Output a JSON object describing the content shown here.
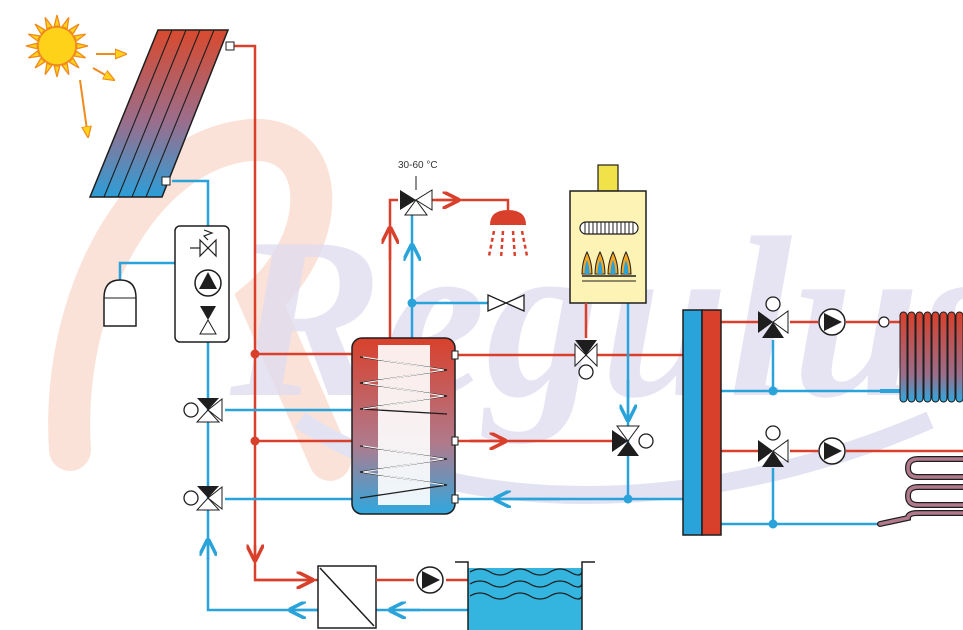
{
  "diagram": {
    "watermark": "Regulus",
    "temperature_label": "30-60 °C",
    "colors": {
      "hot": "#d9402b",
      "cold": "#29a3d9",
      "sun": "#ffd21a",
      "sun_ray": "#f08a1c",
      "boiler_body": "#fdf3b4",
      "boiler_top": "#f2e24a",
      "tank_water": "#33b5e0",
      "watermark_red": "#fbd9cf",
      "watermark_blue": "#dcdcf0"
    },
    "components": [
      "sun",
      "solar-collector",
      "expansion-vessel",
      "pump-group",
      "storage-tank",
      "shower",
      "gas-boiler",
      "hydraulic-separator",
      "radiator",
      "floor-heating",
      "heat-exchanger",
      "pool"
    ]
  }
}
